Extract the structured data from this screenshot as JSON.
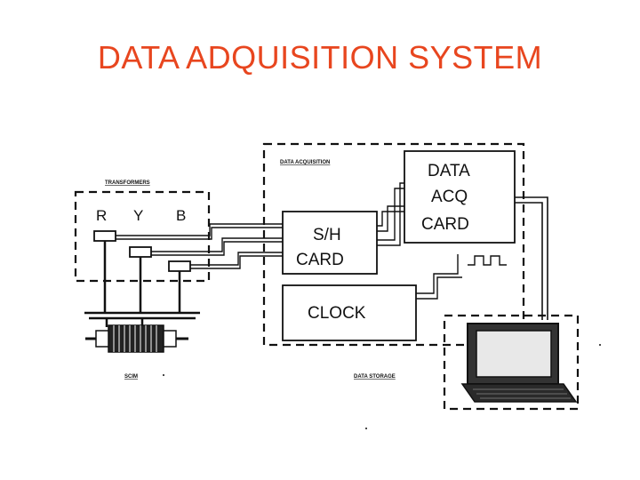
{
  "slide": {
    "title": "DATA ADQUISITION SYSTEM"
  },
  "diagram": {
    "transformers_label": "TRANSFORMERS",
    "acquisition_label": "DATA ACQUISITION",
    "motor_label": "SCIM",
    "storage_label": "DATA STORAGE",
    "phases": [
      "R",
      "Y",
      "B"
    ],
    "sh_card": [
      "S/H",
      "CARD"
    ],
    "data_acq_card": [
      "DATA",
      "ACQ",
      "CARD"
    ],
    "clock": "CLOCK"
  },
  "colors": {
    "title": "#e8461f",
    "line": "#111111"
  }
}
